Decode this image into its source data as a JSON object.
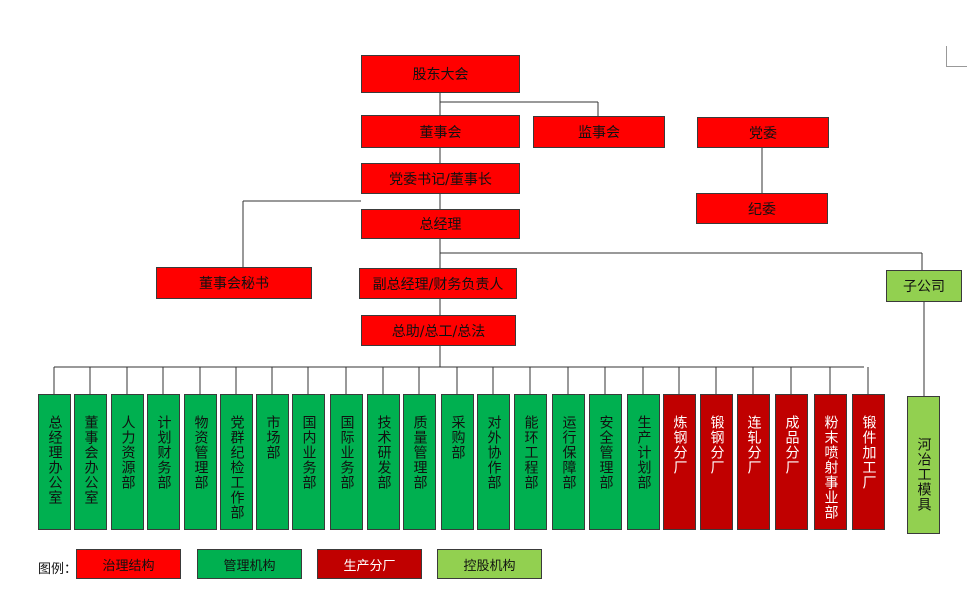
{
  "top": {
    "shareholders": "股东大会",
    "board": "董事会",
    "supervisory": "监事会",
    "party_committee": "党委",
    "discipline": "纪委",
    "secretary_chairman": "党委书记/董事长",
    "general_manager": "总经理",
    "board_secretary": "董事会秘书",
    "deputy_gm": "副总经理/财务负责人",
    "assistants": "总助/总工/总法",
    "subsidiary": "子公司"
  },
  "departments": [
    {
      "label": "总经理办公室",
      "type": "management"
    },
    {
      "label": "董事会办公室",
      "type": "management"
    },
    {
      "label": "人力资源部",
      "type": "management"
    },
    {
      "label": "计划财务部",
      "type": "management"
    },
    {
      "label": "物资管理部",
      "type": "management"
    },
    {
      "label": "党群纪检工作部",
      "type": "management"
    },
    {
      "label": "市场部",
      "type": "management"
    },
    {
      "label": "国内业务部",
      "type": "management"
    },
    {
      "label": "国际业务部",
      "type": "management"
    },
    {
      "label": "技术研发部",
      "type": "management"
    },
    {
      "label": "质量管理部",
      "type": "management"
    },
    {
      "label": "采购部",
      "type": "management"
    },
    {
      "label": "对外协作部",
      "type": "management"
    },
    {
      "label": "能环工程部",
      "type": "management"
    },
    {
      "label": "运行保障部",
      "type": "management"
    },
    {
      "label": "安全管理部",
      "type": "management"
    },
    {
      "label": "生产计划部",
      "type": "management"
    },
    {
      "label": "炼钢分厂",
      "type": "production"
    },
    {
      "label": "锻钢分厂",
      "type": "production"
    },
    {
      "label": "连轧分厂",
      "type": "production"
    },
    {
      "label": "成品分厂",
      "type": "production"
    },
    {
      "label": "粉末喷射事业部",
      "type": "production"
    },
    {
      "label": "锻件加工厂",
      "type": "production"
    }
  ],
  "subsidiary_child": "河冶工模具",
  "legend": {
    "title": "图例：",
    "items": [
      {
        "label": "治理结构",
        "color": "#ff0000"
      },
      {
        "label": "管理机构",
        "color": "#00b050"
      },
      {
        "label": "生产分厂",
        "color": "#c00000"
      },
      {
        "label": "控股机构",
        "color": "#92d050"
      }
    ]
  },
  "colors": {
    "governance": "#ff0000",
    "management": "#00b050",
    "production": "#c00000",
    "holding": "#92d050"
  }
}
